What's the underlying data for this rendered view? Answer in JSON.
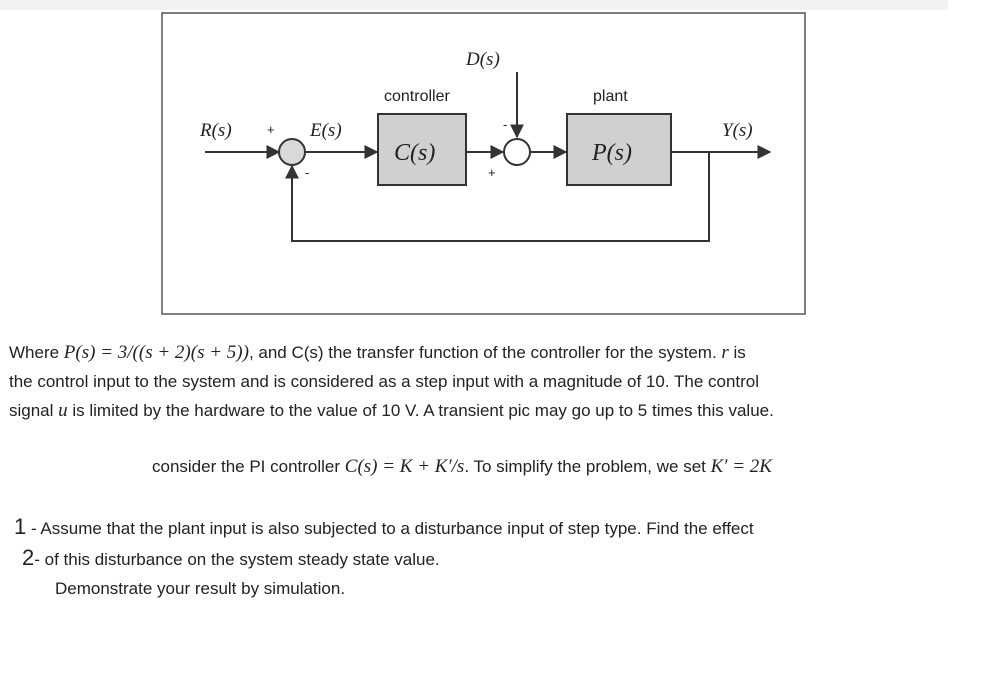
{
  "diagram": {
    "labels": {
      "reference": "R(s)",
      "error": "E(s)",
      "disturbance": "D(s)",
      "output": "Y(s)",
      "controller_title": "controller",
      "plant_title": "plant",
      "controller_box": "C(s)",
      "plant_box": "P(s)",
      "sum1_plus": "+",
      "sum1_minus": "-",
      "sum2_minus": "-",
      "sum2_plus": "+"
    },
    "colors": {
      "box_fill": "#d0d0d0",
      "line": "#333333"
    }
  },
  "paragraph": {
    "l1_a": "Where ",
    "l1_formula": "P(s) = 3/((s + 2)(s + 5))",
    "l1_b": ", and C(s) the transfer function of the controller for the system.  ",
    "l1_r": "r",
    "l1_c": " is",
    "l2": "the control input to the system and is considered as a step input with a magnitude of 10.  The control",
    "l3_a": "signal ",
    "l3_u": "u",
    "l3_b": " is limited by the hardware to the value of 10 V. A transient pic may go up to 5 times this value."
  },
  "pi_line": {
    "text_a": "consider the PI controller ",
    "formula": "C(s) = K + K′/s",
    "text_b": ".  To simplify the problem, we set ",
    "formula2": "K′ = 2K"
  },
  "questions": {
    "n1": "1",
    "q1": "- Assume that the plant input is also subjected to a disturbance input of step type.  Find the effect",
    "n2": "2",
    "q2": "- of this disturbance on the system steady state value.",
    "q3": "Demonstrate your result by simulation."
  }
}
